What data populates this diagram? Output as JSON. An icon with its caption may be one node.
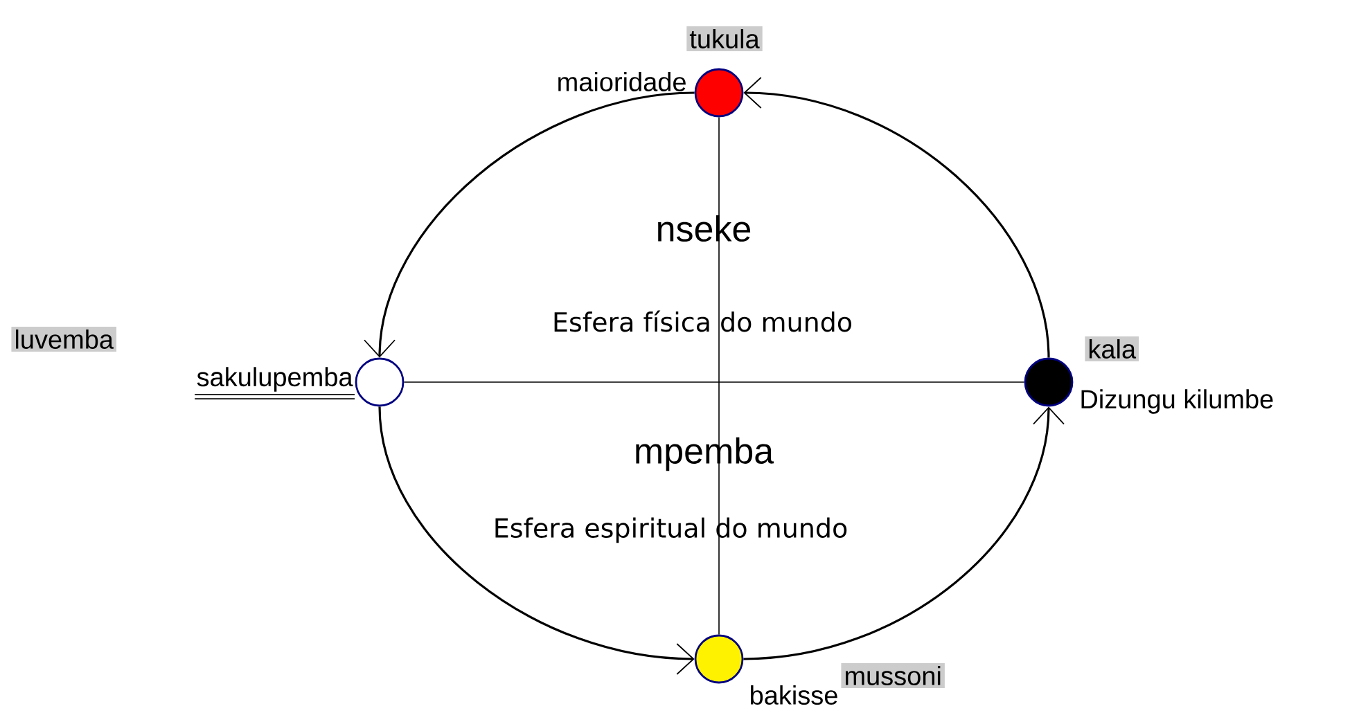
{
  "diagram": {
    "nodes": [
      {
        "text": [],
        "shape": "circle",
        "beside": [
          "tukula",
          "maioridade"
        ]
      },
      {
        "text": [],
        "shape": "circle",
        "beside": [
          "luvemba",
          "sakulupemba"
        ]
      },
      {
        "text": [],
        "shape": "circle",
        "beside": [
          "kala",
          "Dizungu kilumbe"
        ]
      },
      {
        "text": [],
        "shape": "circle",
        "beside": [
          "mussoni",
          "bakisse"
        ]
      }
    ],
    "edges": [
      {
        "from": 2,
        "to": 0,
        "arrow": "to"
      },
      {
        "from": 0,
        "to": 1,
        "arrow": "to"
      },
      {
        "from": 1,
        "to": 3,
        "arrow": "to"
      },
      {
        "from": 3,
        "to": 2,
        "arrow": "to"
      },
      {
        "from": 0,
        "to": 3,
        "arrow": "none"
      },
      {
        "from": 1,
        "to": 2,
        "arrow": "none"
      }
    ],
    "labels": [
      "nseke",
      "Esfera física do mundo",
      "mpemba",
      "Esfera espiritual do mundo"
    ]
  }
}
